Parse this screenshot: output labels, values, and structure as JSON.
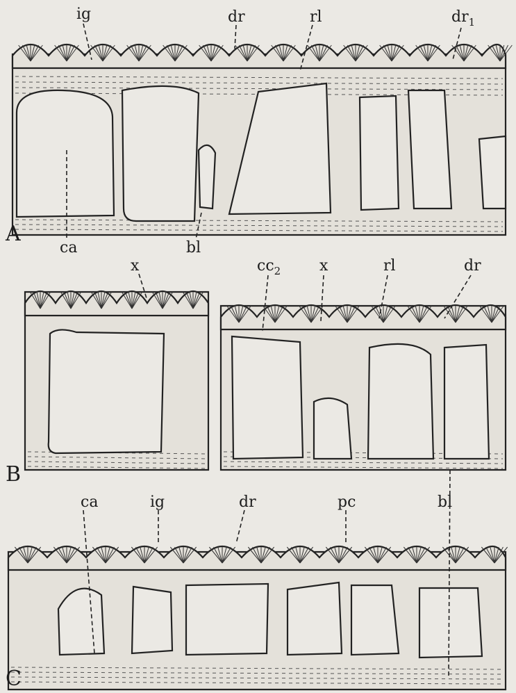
{
  "figure": {
    "panels": [
      {
        "id": "A",
        "letter": "A",
        "labels": {
          "ig": "ig",
          "dr": "dr",
          "rl": "rl",
          "dr1_base": "dr",
          "dr1_sub": "1",
          "ca": "ca",
          "bl": "bl"
        }
      },
      {
        "id": "B",
        "letter": "B",
        "labels": {
          "x_left": "x",
          "cc2_base": "cc",
          "cc2_sub": "2",
          "x_right": "x",
          "rl": "rl",
          "dr": "dr"
        }
      },
      {
        "id": "C",
        "letter": "C",
        "labels": {
          "ca": "ca",
          "ig": "ig",
          "dr": "dr",
          "pc": "pc",
          "bl": "bl"
        }
      }
    ]
  }
}
